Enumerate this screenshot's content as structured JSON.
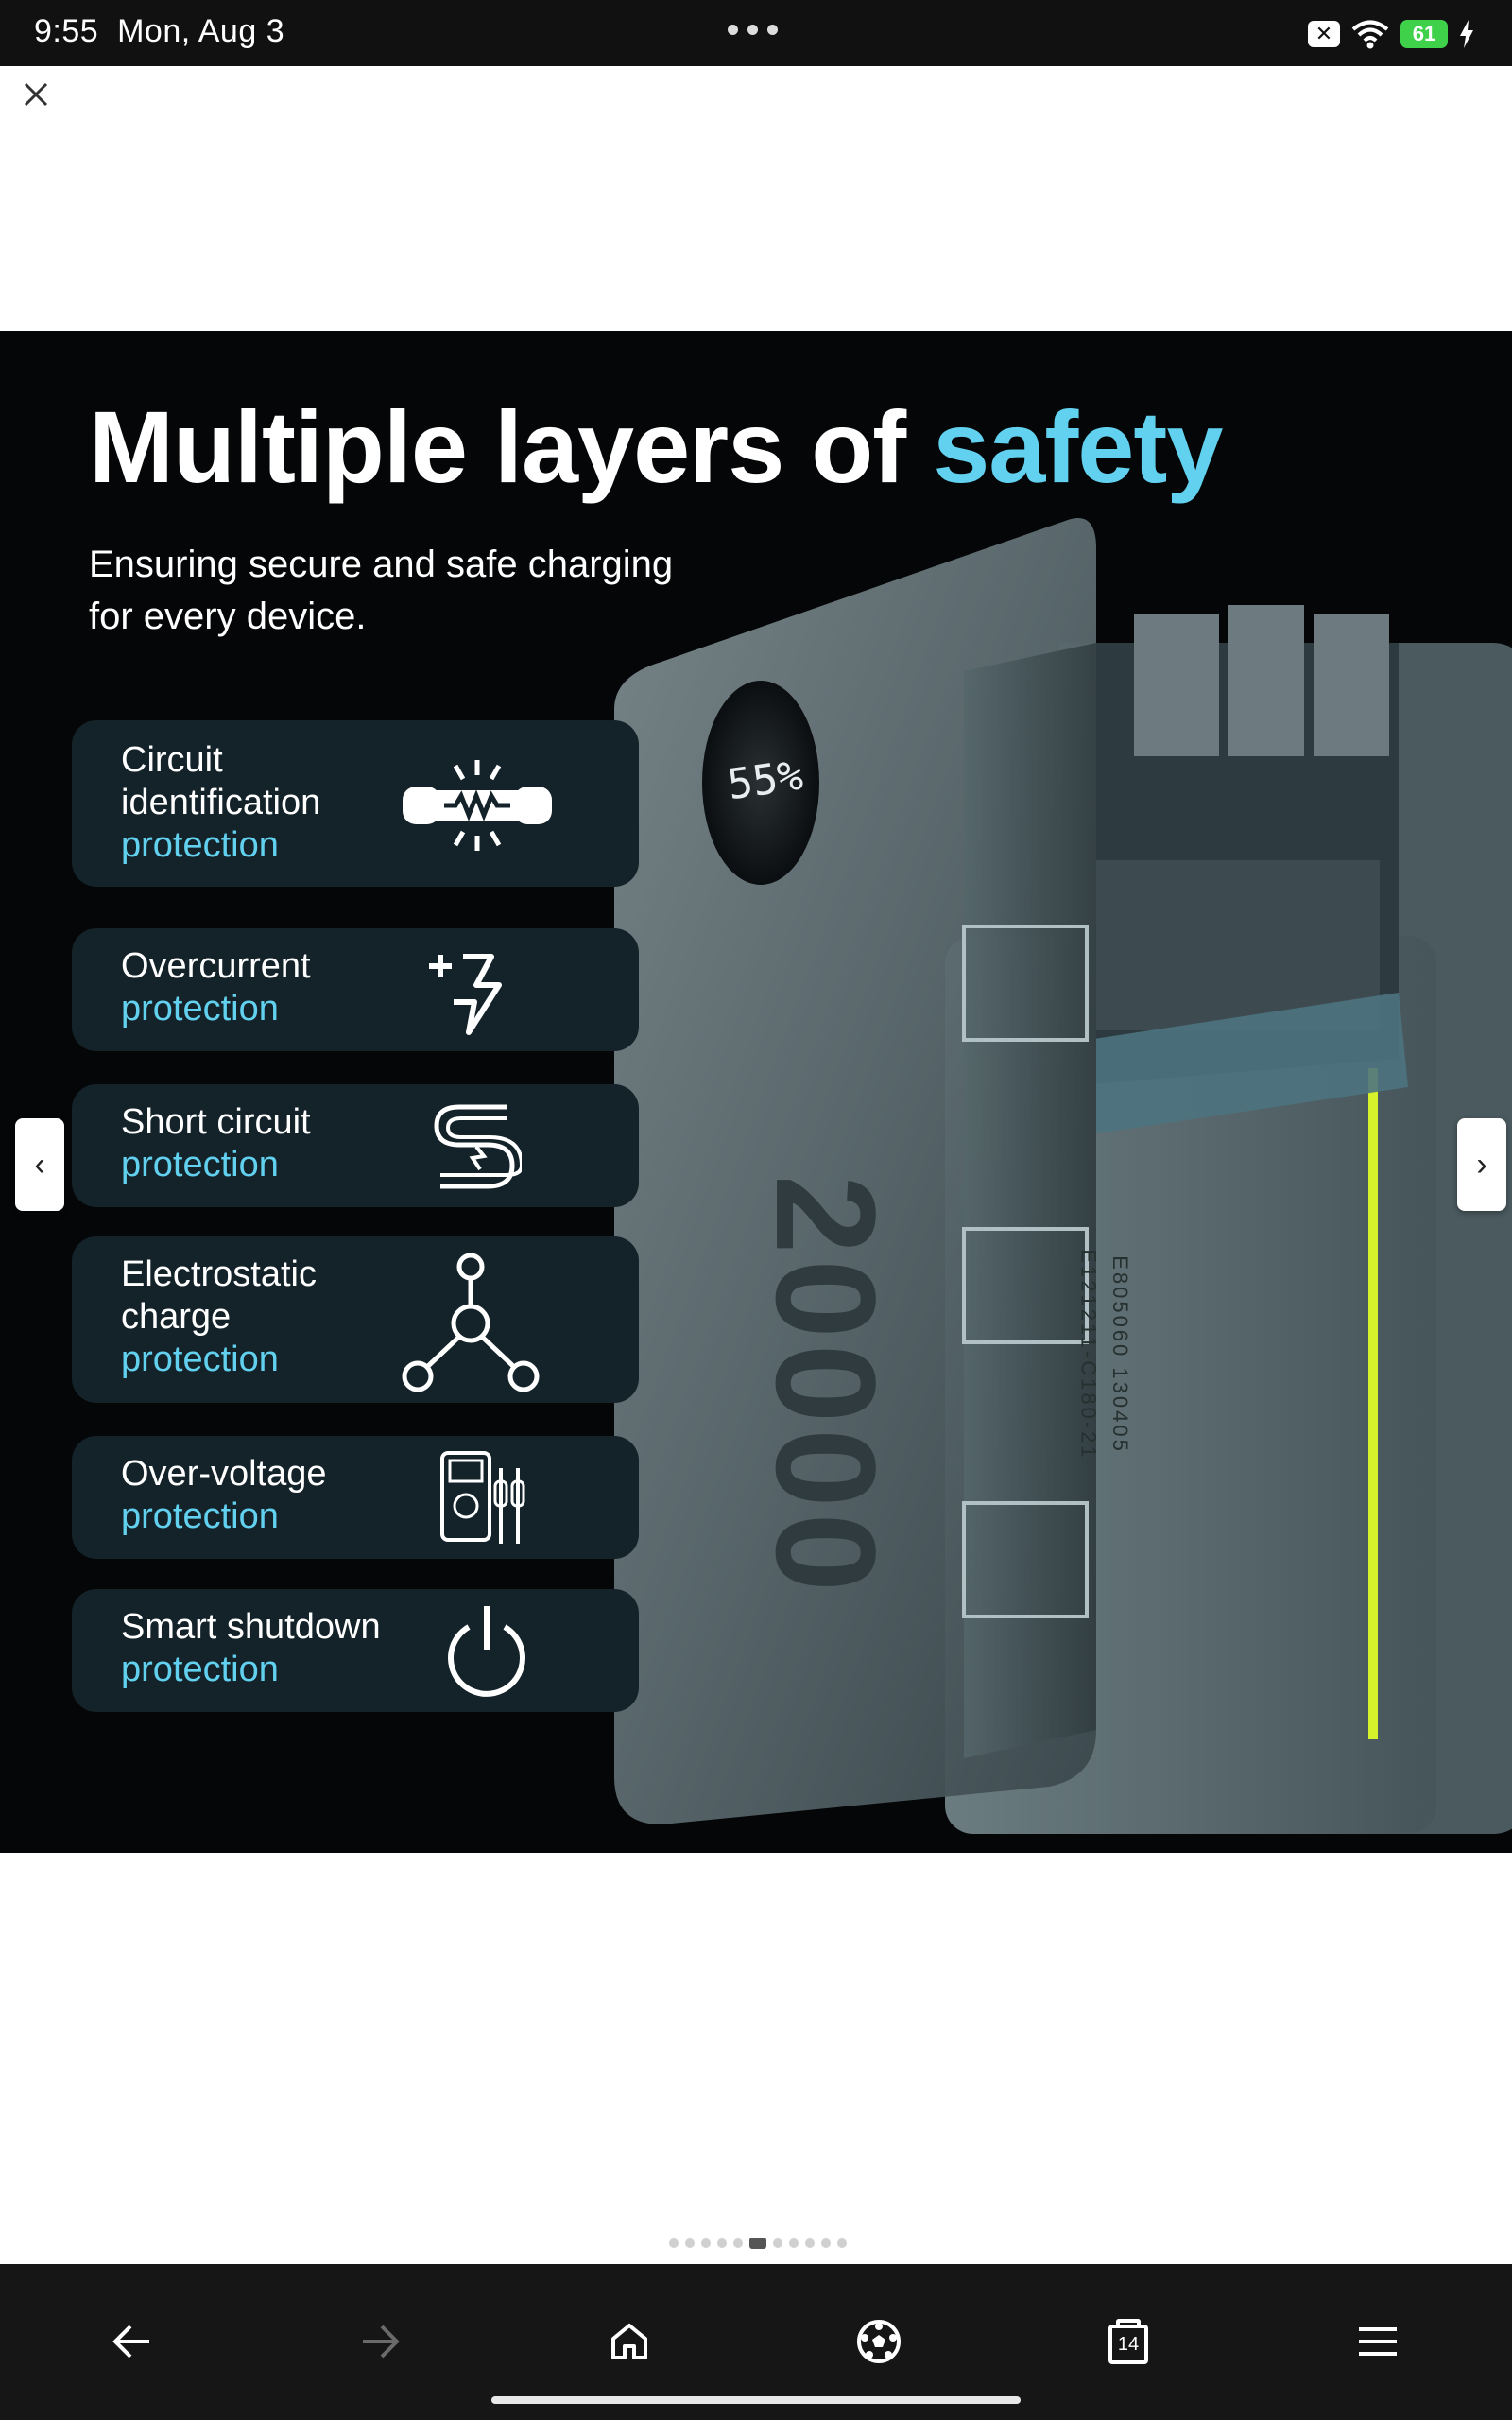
{
  "status_bar": {
    "time": "9:55",
    "date": "Mon, Aug 3",
    "battery": "61",
    "battery_color": "#3fd14a"
  },
  "header": {
    "close_icon": "close-icon"
  },
  "product": {
    "headline_main": "Multiple layers of ",
    "headline_accent": "safety",
    "subhead_line1": "Ensuring secure and safe  charging",
    "subhead_line2": "for every device.",
    "accent_color": "#62d1ef",
    "display_readout": "55%",
    "capacity_label": "20000",
    "cell_label_1": "E805060 130405",
    "cell_label_2": "E121211-C180-21",
    "features": [
      {
        "line1": "Circuit",
        "line2": "identification",
        "protection": "protection",
        "icon": "fuse-icon"
      },
      {
        "line1": "Overcurrent",
        "line2": "",
        "protection": "protection",
        "icon": "overcurrent-icon"
      },
      {
        "line1": "Short circuit",
        "line2": "",
        "protection": "protection",
        "icon": "short-circuit-icon"
      },
      {
        "line1": "Electrostatic",
        "line2": "charge",
        "protection": "protection",
        "icon": "electrostatic-icon"
      },
      {
        "line1": "Over-voltage",
        "line2": "",
        "protection": "protection",
        "icon": "multimeter-icon"
      },
      {
        "line1": "Smart shutdown",
        "line2": "",
        "protection": "protection",
        "icon": "power-icon"
      }
    ]
  },
  "carousel": {
    "prev_label": "‹",
    "next_label": "›",
    "total_pages": 11,
    "current_page": 6
  },
  "bottom_nav": {
    "tabs_count": "14",
    "items": [
      "back-icon",
      "forward-icon",
      "home-icon",
      "soccer-ball-icon",
      "tabs-icon",
      "menu-icon"
    ]
  }
}
